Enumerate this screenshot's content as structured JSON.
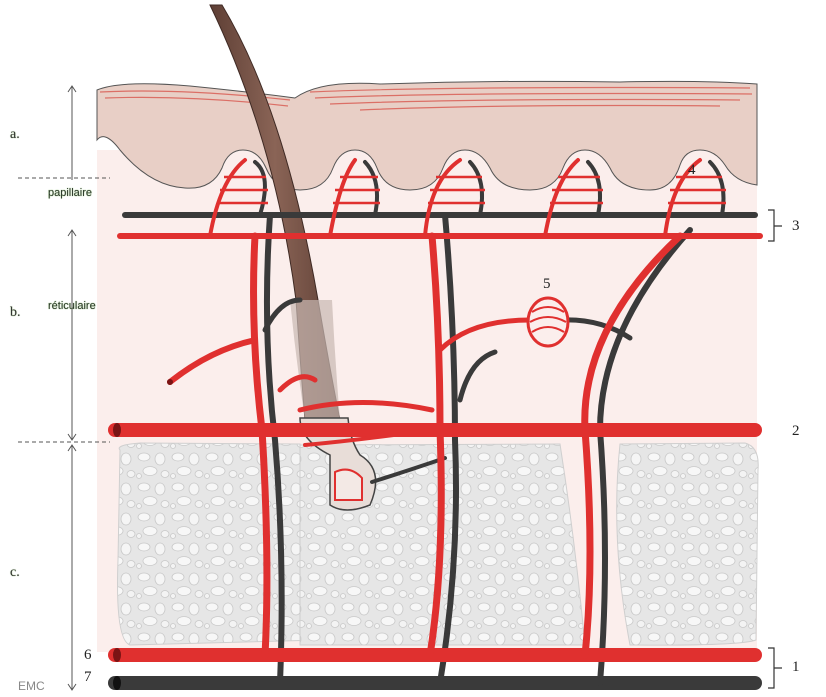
{
  "layers": {
    "a": "a.",
    "b": "b.",
    "c": "c."
  },
  "sublayers": {
    "papillary": "papillaire",
    "reticular": "réticulaire"
  },
  "numbers": {
    "n1": "1",
    "n2": "2",
    "n3": "3",
    "n4": "4",
    "n5": "5",
    "n6": "6",
    "n7": "7"
  },
  "credit": "EMC",
  "colors": {
    "artery": "#e0302f",
    "vein": "#3a3a3a",
    "epidermis": "#e8cfc6",
    "dermis": "#fbeeec",
    "hypodermis": "#e2e2e2",
    "hair": "#7a5548"
  }
}
